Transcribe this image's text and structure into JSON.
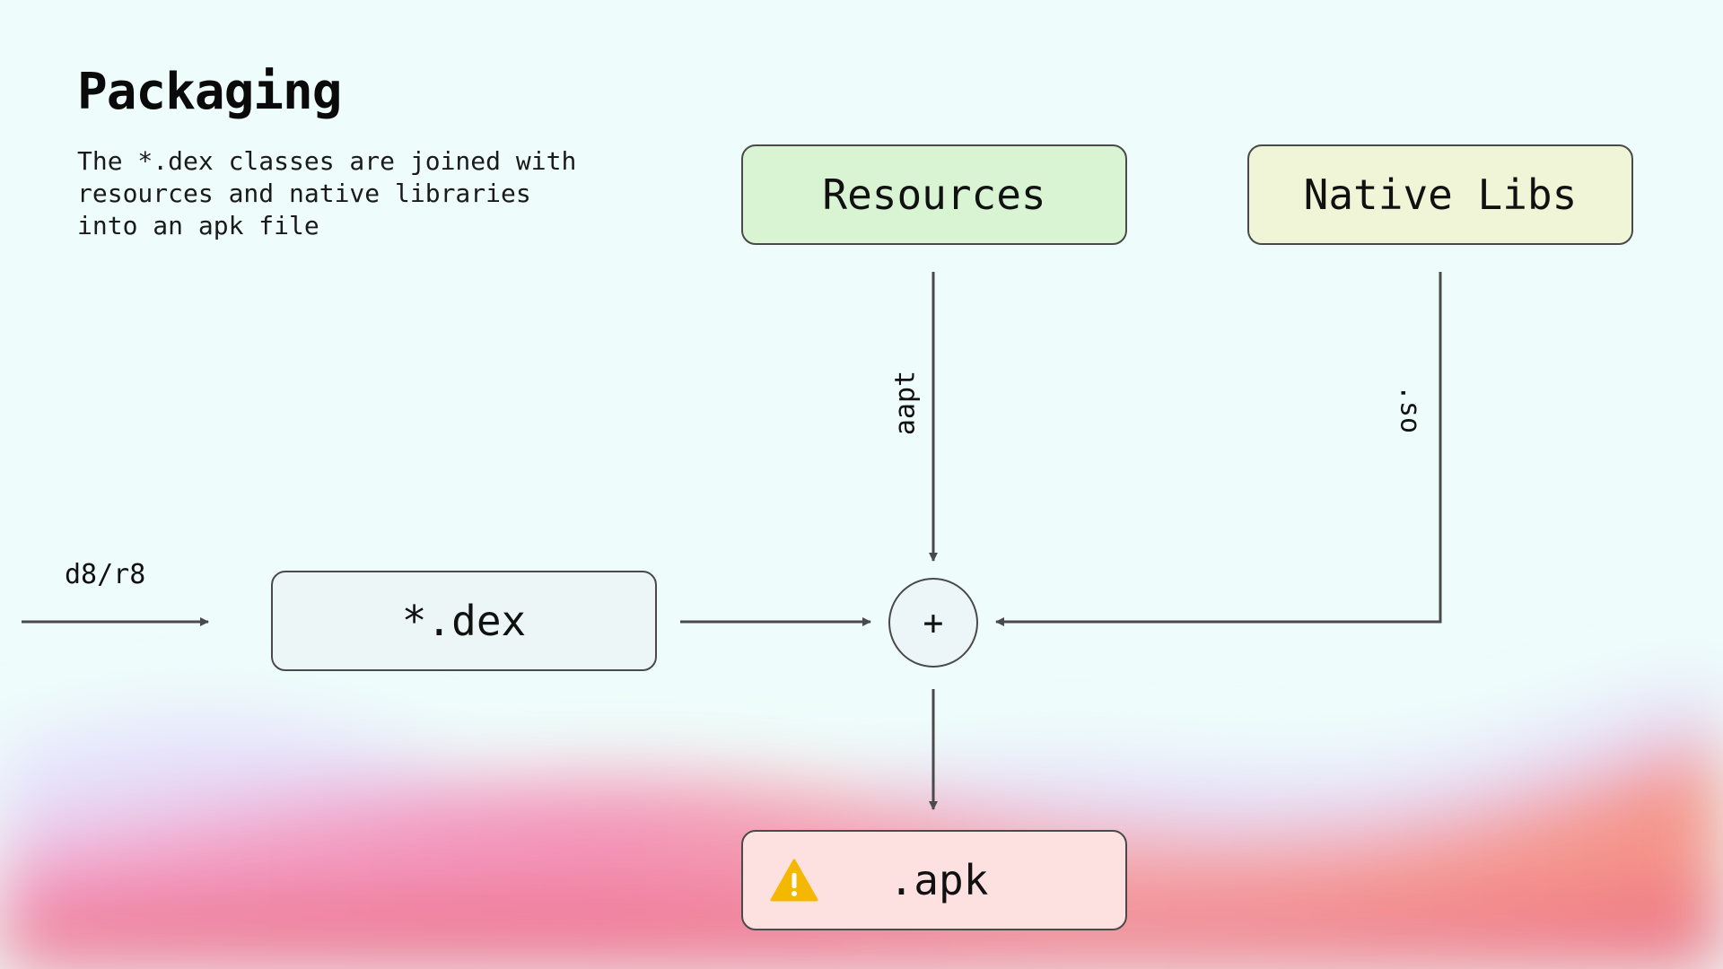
{
  "title": "Packaging",
  "description": "The *.dex classes are joined with resources and native libraries into an apk file",
  "nodes": {
    "resources": "Resources",
    "native_libs": "Native Libs",
    "dex": "*.dex",
    "combine": "+",
    "apk": ".apk"
  },
  "edge_labels": {
    "d8r8": "d8/r8",
    "aapt": "aapt",
    "so": ".so"
  },
  "icons": {
    "apk_status": "warning-icon"
  },
  "colors": {
    "resources_fill": "#d9f4d3",
    "native_fill": "#eff5d6",
    "dex_fill": "#ecf6f6",
    "apk_fill": "#fde1e0",
    "warning": "#f5b800",
    "line": "#4a4a4a"
  }
}
